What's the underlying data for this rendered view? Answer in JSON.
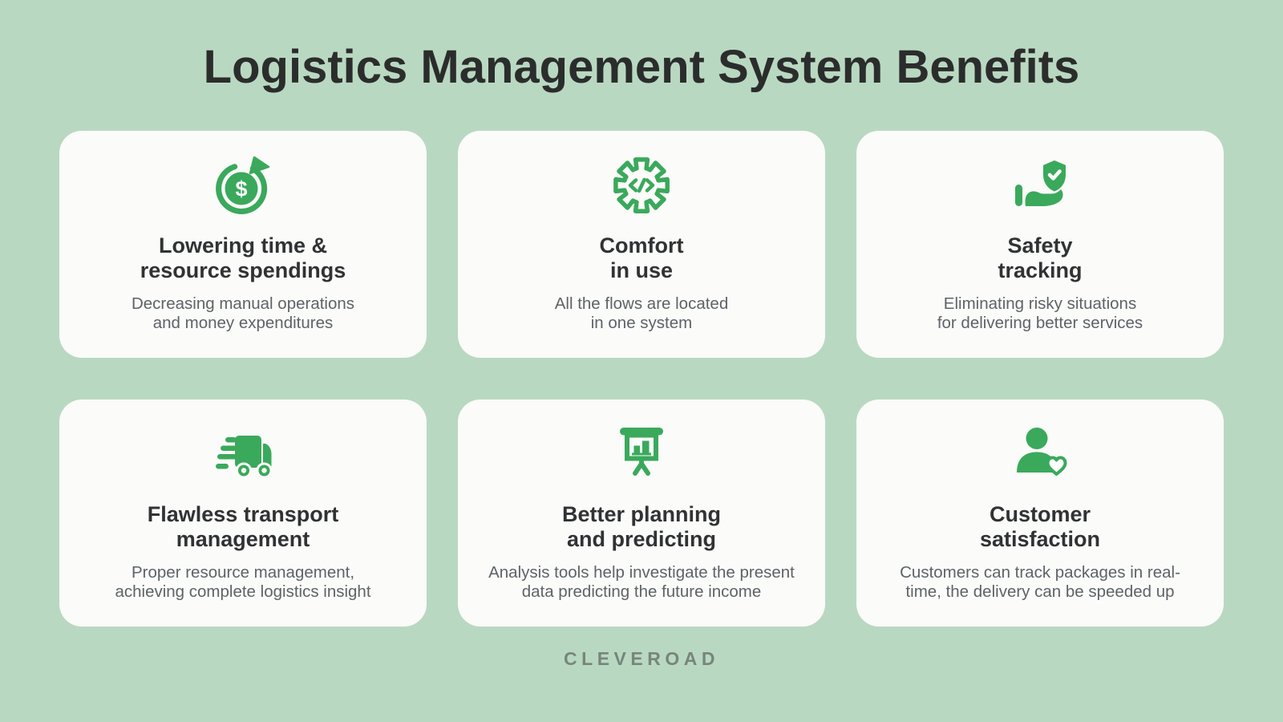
{
  "title": "Logistics Management System Benefits",
  "brand": "CLEVEROAD",
  "colors": {
    "background": "#b9d8c1",
    "card_background": "#fbfbf9",
    "accent_green": "#3aa95c",
    "heading_text": "#2b2d2c",
    "card_title_text": "#303234",
    "card_body_text": "#5e6367",
    "brand_text": "#76867c"
  },
  "cards": [
    {
      "icon": "money-rotation-icon",
      "title": "Lowering time &\nresource spendings",
      "description": "Decreasing manual operations\nand money expenditures"
    },
    {
      "icon": "gear-code-icon",
      "title": "Comfort\nin use",
      "description": "All the flows are located\nin one system"
    },
    {
      "icon": "shield-hand-icon",
      "title": "Safety\ntracking",
      "description": "Eliminating risky situations\nfor delivering better services"
    },
    {
      "icon": "fast-truck-icon",
      "title": "Flawless transport\nmanagement",
      "description": "Proper resource management,\nachieving complete logistics insight"
    },
    {
      "icon": "presentation-chart-icon",
      "title": "Better planning\nand predicting",
      "description": "Analysis tools help investigate the present\ndata predicting the future income"
    },
    {
      "icon": "person-heart-icon",
      "title": "Customer\nsatisfaction",
      "description": "Customers can track packages in real-\ntime, the delivery can be speeded up"
    }
  ]
}
